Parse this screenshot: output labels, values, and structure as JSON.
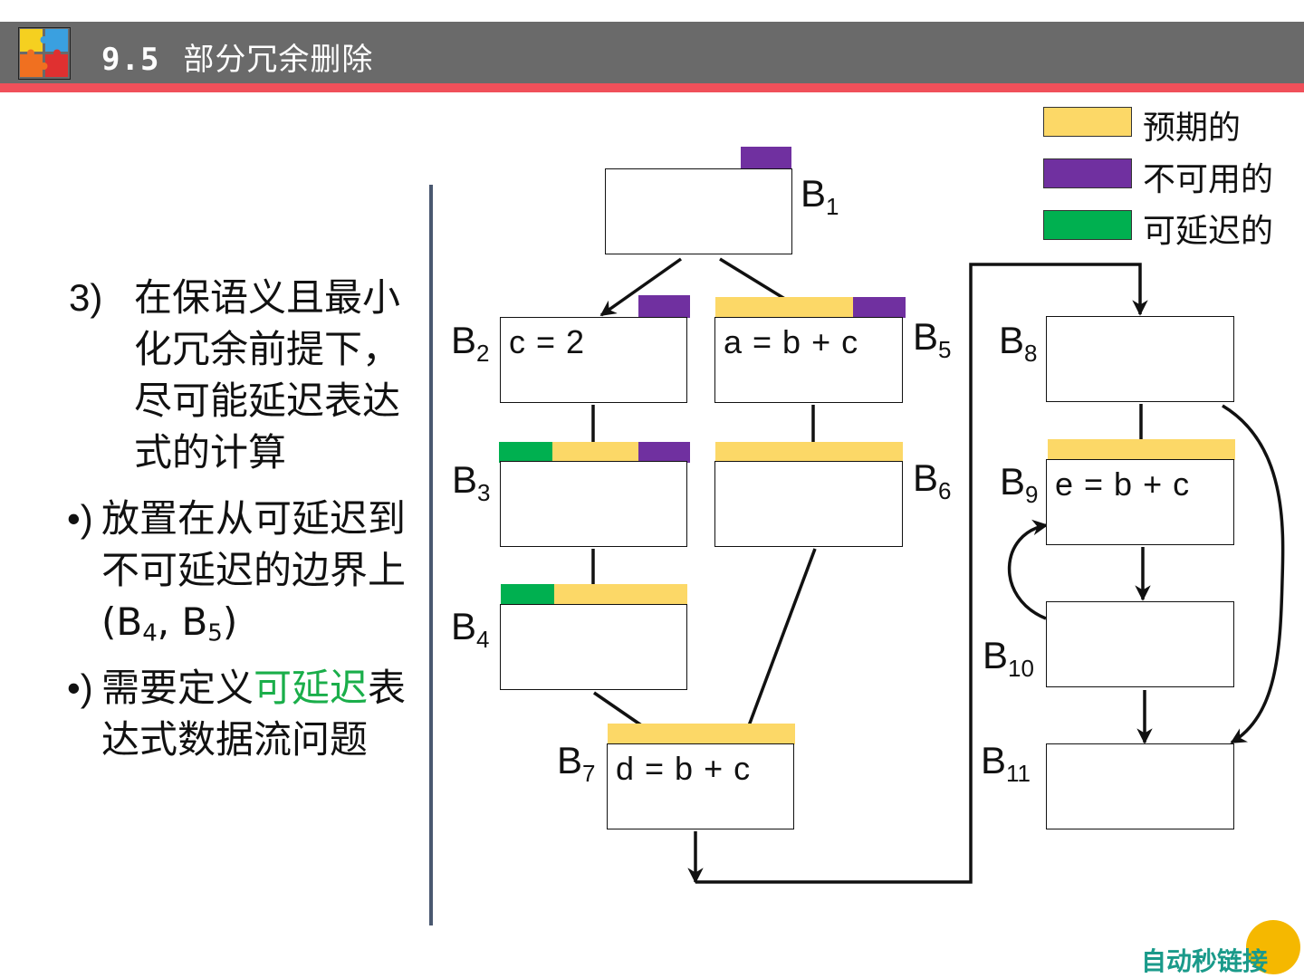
{
  "header": {
    "number": "9.5",
    "title": "部分冗余删除"
  },
  "colors": {
    "anticipated": "#fcd867",
    "unavailable": "#7030a0",
    "postponable": "#00b050",
    "header_bg": "#6a6a6a",
    "header_stripe": "#f0505a",
    "highlight_text": "#1aae4a"
  },
  "legend": [
    {
      "label": "预期的",
      "color": "#fcd867"
    },
    {
      "label": "不可用的",
      "color": "#7030a0"
    },
    {
      "label": "可延迟的",
      "color": "#00b050"
    }
  ],
  "left_text": {
    "item1_marker": "3)",
    "item1": "在保语义且最小化冗余前提下，尽可能延迟表达式的计算",
    "bullet": "•)",
    "item2_prefix": "放置在从可延迟到不可延迟的边界上 (B",
    "item2_sub1": "4",
    "item2_comma": ", B",
    "item2_sub2": "5",
    "item2_close": ")",
    "item3_prefix": "需要定义",
    "item3_highlight": "可延迟",
    "item3_suffix": "表达式数据流问题"
  },
  "blocks": {
    "B1": {
      "label": "B",
      "sub": "1",
      "code": ""
    },
    "B2": {
      "label": "B",
      "sub": "2",
      "code": "c = 2"
    },
    "B3": {
      "label": "B",
      "sub": "3",
      "code": ""
    },
    "B4": {
      "label": "B",
      "sub": "4",
      "code": ""
    },
    "B5": {
      "label": "B",
      "sub": "5",
      "code": "a = b + c"
    },
    "B6": {
      "label": "B",
      "sub": "6",
      "code": ""
    },
    "B7": {
      "label": "B",
      "sub": "7",
      "code": "d = b + c"
    },
    "B8": {
      "label": "B",
      "sub": "8",
      "code": ""
    },
    "B9": {
      "label": "B",
      "sub": "9",
      "code": "e = b + c"
    },
    "B10": {
      "label": "B",
      "sub": "10",
      "code": ""
    },
    "B11": {
      "label": "B",
      "sub": "11",
      "code": ""
    }
  },
  "watermark": "自动秒链接"
}
